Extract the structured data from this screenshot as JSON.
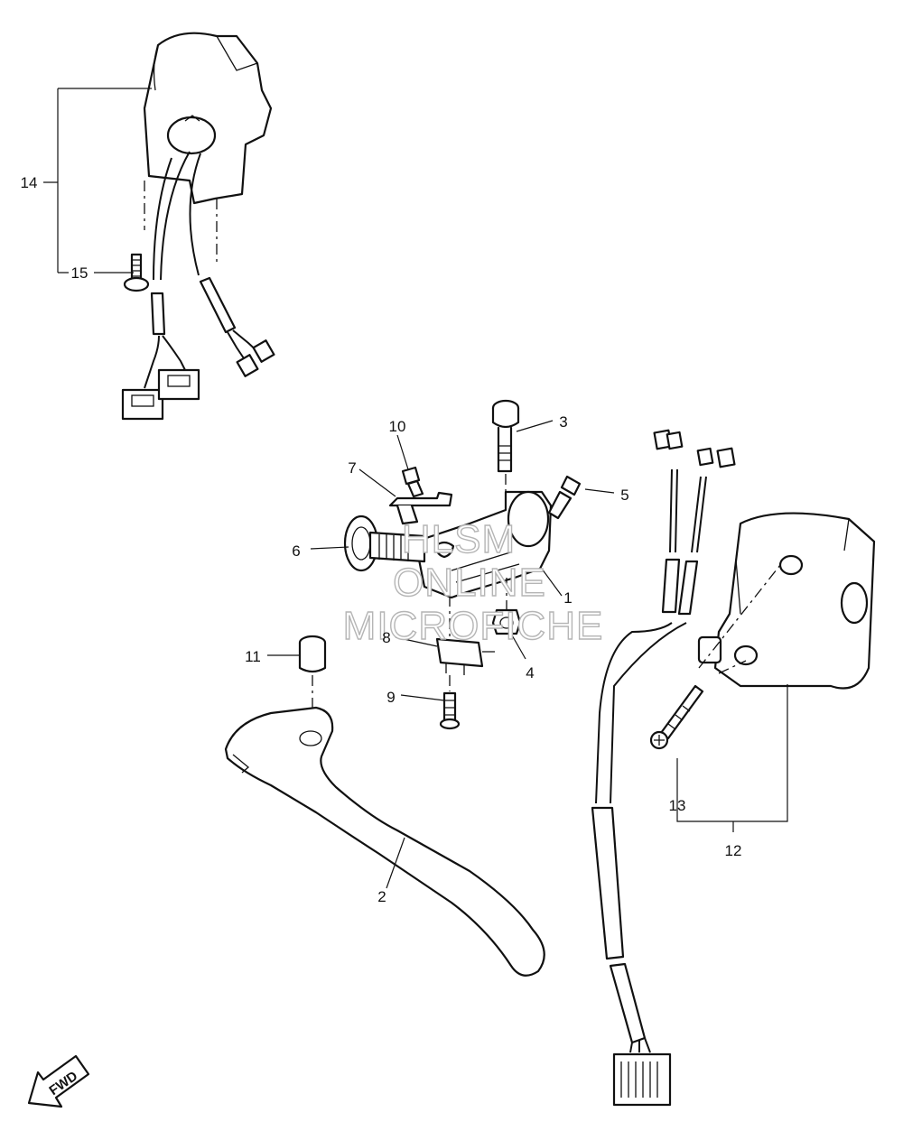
{
  "callouts": [
    {
      "id": "1",
      "text": "1"
    },
    {
      "id": "2",
      "text": "2"
    },
    {
      "id": "3",
      "text": "3"
    },
    {
      "id": "4",
      "text": "4"
    },
    {
      "id": "5",
      "text": "5"
    },
    {
      "id": "6",
      "text": "6"
    },
    {
      "id": "7",
      "text": "7"
    },
    {
      "id": "8",
      "text": "8"
    },
    {
      "id": "9",
      "text": "9"
    },
    {
      "id": "10",
      "text": "10"
    },
    {
      "id": "11",
      "text": "11"
    },
    {
      "id": "12",
      "text": "12"
    },
    {
      "id": "13",
      "text": "13"
    },
    {
      "id": "14",
      "text": "14"
    },
    {
      "id": "15",
      "text": "15"
    }
  ],
  "watermark": {
    "line1": "HLSM",
    "line2": "ONLINE",
    "line3": "MICROFICHE"
  },
  "fwd_label": "FWD",
  "colors": {
    "ink": "#111111",
    "watermark": "#b5b5b5",
    "background": "#ffffff"
  }
}
